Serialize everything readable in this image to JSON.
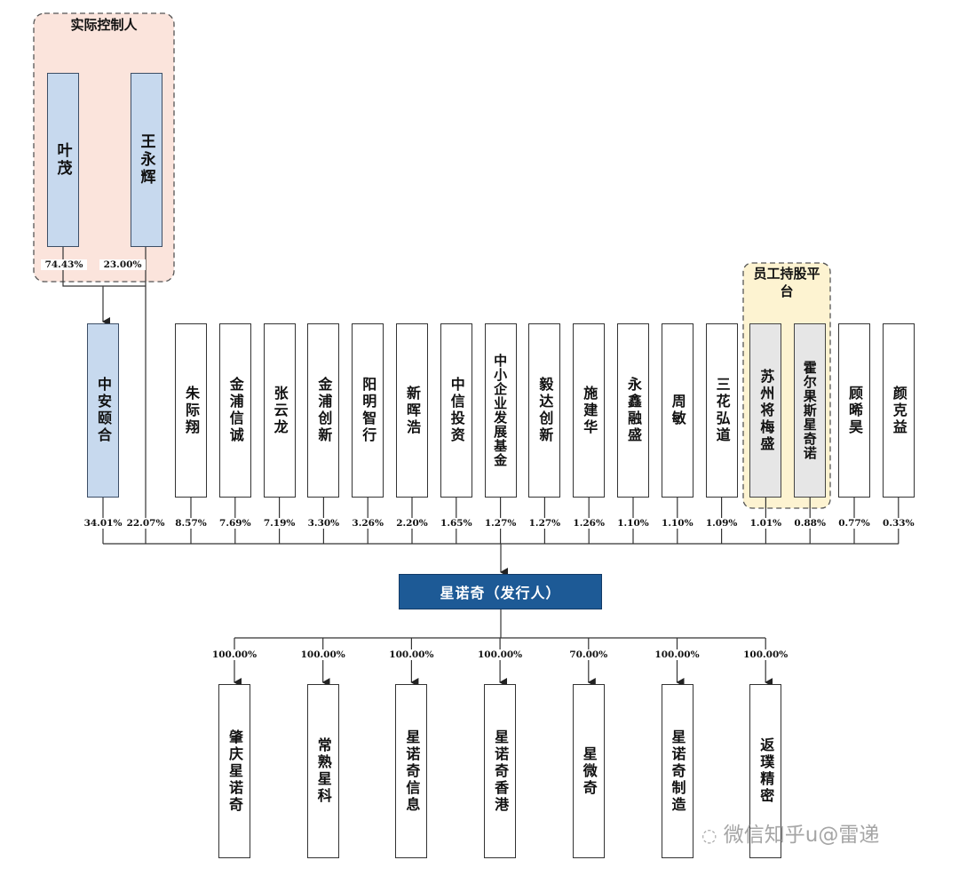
{
  "controllers": {
    "title": "实际控制人",
    "people": [
      {
        "name": "叶茂",
        "pct": "74.43%"
      },
      {
        "name": "王永辉",
        "pct": "23.00%"
      }
    ]
  },
  "esop": {
    "title": "员工持股平台"
  },
  "shareholders": [
    {
      "name": "中安颐合",
      "pct": "34.01%"
    },
    {
      "name": "",
      "pct": "22.07%"
    },
    {
      "name": "朱际翔",
      "pct": "8.57%"
    },
    {
      "name": "金浦信诚",
      "pct": "7.69%"
    },
    {
      "name": "张云龙",
      "pct": "7.19%"
    },
    {
      "name": "金浦创新",
      "pct": "3.30%"
    },
    {
      "name": "阳明智行",
      "pct": "3.26%"
    },
    {
      "name": "新晖浩",
      "pct": "2.20%"
    },
    {
      "name": "中信投资",
      "pct": "1.65%"
    },
    {
      "name": "中小企业发展基金",
      "pct": "1.27%"
    },
    {
      "name": "毅达创新",
      "pct": "1.27%"
    },
    {
      "name": "施建华",
      "pct": "1.26%"
    },
    {
      "name": "永鑫融盛",
      "pct": "1.10%"
    },
    {
      "name": "周敏",
      "pct": "1.10%"
    },
    {
      "name": "三花弘道",
      "pct": "1.09%"
    },
    {
      "name": "苏州将梅盛",
      "pct": "1.01%"
    },
    {
      "name": "霍尔果斯星奇诺",
      "pct": "0.88%"
    },
    {
      "name": "顾晞昊",
      "pct": "0.77%"
    },
    {
      "name": "颜克益",
      "pct": "0.33%"
    }
  ],
  "issuer": {
    "label": "星诺奇（发行人）"
  },
  "subsidiaries": [
    {
      "name": "肇庆星诺奇",
      "pct": "100.00%"
    },
    {
      "name": "常熟星科",
      "pct": "100.00%"
    },
    {
      "name": "星诺奇信息",
      "pct": "100.00%"
    },
    {
      "name": "星诺奇香港",
      "pct": "100.00%"
    },
    {
      "name": "星微奇",
      "pct": "70.00%"
    },
    {
      "name": "星诺奇制造",
      "pct": "100.00%"
    },
    {
      "name": "返璞精密",
      "pct": "100.00%"
    }
  ],
  "watermark": "微信知乎u@雷递",
  "colors": {
    "controller_group_bg": "#fbe4dc",
    "esop_group_bg": "#fdf3d1",
    "controller_box": "#c7d9ee",
    "esop_box": "#e6e6e6",
    "issuer_bg": "#1d5a96"
  }
}
